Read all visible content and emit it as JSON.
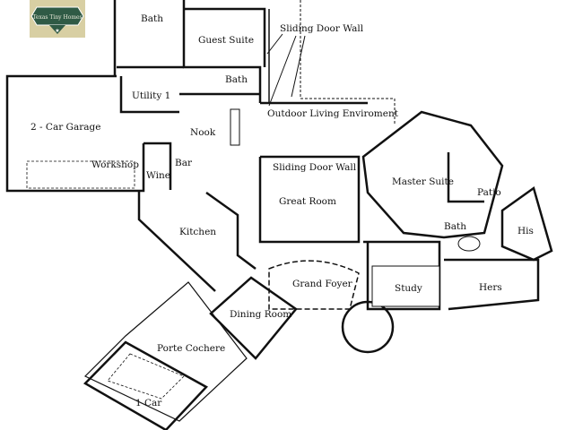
{
  "logo": {
    "text": "Texas Tiny Homes",
    "colors": {
      "bg": "#d8cfa3",
      "badge": "#2f5a45"
    }
  },
  "rooms": [
    {
      "id": "bath-upper",
      "label": "Bath"
    },
    {
      "id": "guest-suite",
      "label": "Guest Suite"
    },
    {
      "id": "sliding-door-wall-top",
      "label": "Sliding Door Wall"
    },
    {
      "id": "bath-guest",
      "label": "Bath"
    },
    {
      "id": "utility",
      "label": "Utility 1"
    },
    {
      "id": "garage",
      "label": "2 - Car Garage"
    },
    {
      "id": "outdoor-living",
      "label": "Outdoor Living Enviroment"
    },
    {
      "id": "nook",
      "label": "Nook"
    },
    {
      "id": "workshop",
      "label": "Workshop"
    },
    {
      "id": "bar",
      "label": "Bar"
    },
    {
      "id": "wine",
      "label": "Wine"
    },
    {
      "id": "sliding-door-wall-mid",
      "label": "Sliding Door Wall"
    },
    {
      "id": "master-suite",
      "label": "Master Suite"
    },
    {
      "id": "patio",
      "label": "Patio"
    },
    {
      "id": "great-room",
      "label": "Great Room"
    },
    {
      "id": "bath-master",
      "label": "Bath"
    },
    {
      "id": "his",
      "label": "His"
    },
    {
      "id": "kitchen",
      "label": "Kitchen"
    },
    {
      "id": "grand-foyer",
      "label": "Grand Foyer"
    },
    {
      "id": "study",
      "label": "Study"
    },
    {
      "id": "hers",
      "label": "Hers"
    },
    {
      "id": "dining-room",
      "label": "Dining Room"
    },
    {
      "id": "porte-cochere",
      "label": "Porte Cochere"
    },
    {
      "id": "one-car",
      "label": "1 Car"
    }
  ]
}
